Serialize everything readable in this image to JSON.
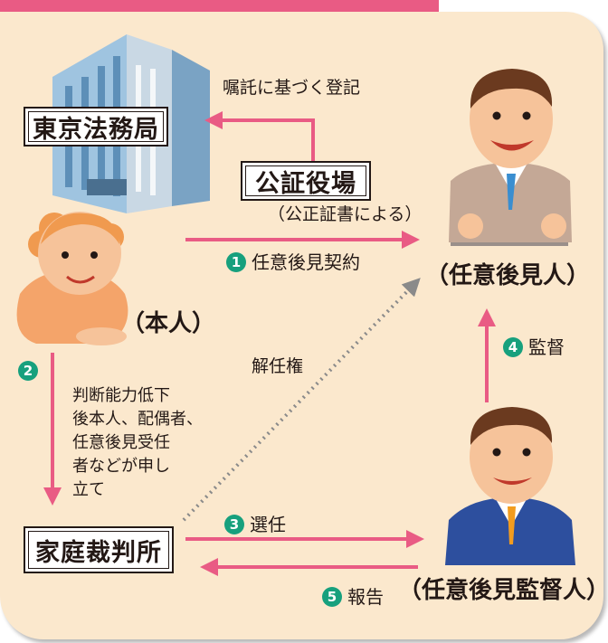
{
  "nodes": {
    "legal_bureau": "東京法務局",
    "notary": "公証役場",
    "notary_note": "（公正証書による）",
    "principal": "（本人）",
    "guardian": "（任意後見人）",
    "court": "家庭裁判所",
    "supervisor": "（任意後見監督人）"
  },
  "edges": {
    "registration": "嘱託に基づく登記",
    "contract_num": "1",
    "contract": "任意後見契約",
    "dismissal": "解任権",
    "petition_num": "2",
    "petition_note": [
      "判断能力低下",
      "後本人、配偶者、",
      "任意後見受任",
      "者などが申し",
      "立て"
    ],
    "appointment_num": "3",
    "appointment": "選任",
    "supervision_num": "4",
    "supervision": "監督",
    "report_num": "5",
    "report": "報告"
  },
  "colors": {
    "accent": "#e95b84",
    "background": "#fbe8cd",
    "step_badge": "#17a07d",
    "dotted_arrow": "#8a8a8a"
  },
  "icons": [
    "office-building-icon",
    "elderly-woman-icon",
    "man-in-suit-icon",
    "man-in-suit-icon"
  ]
}
